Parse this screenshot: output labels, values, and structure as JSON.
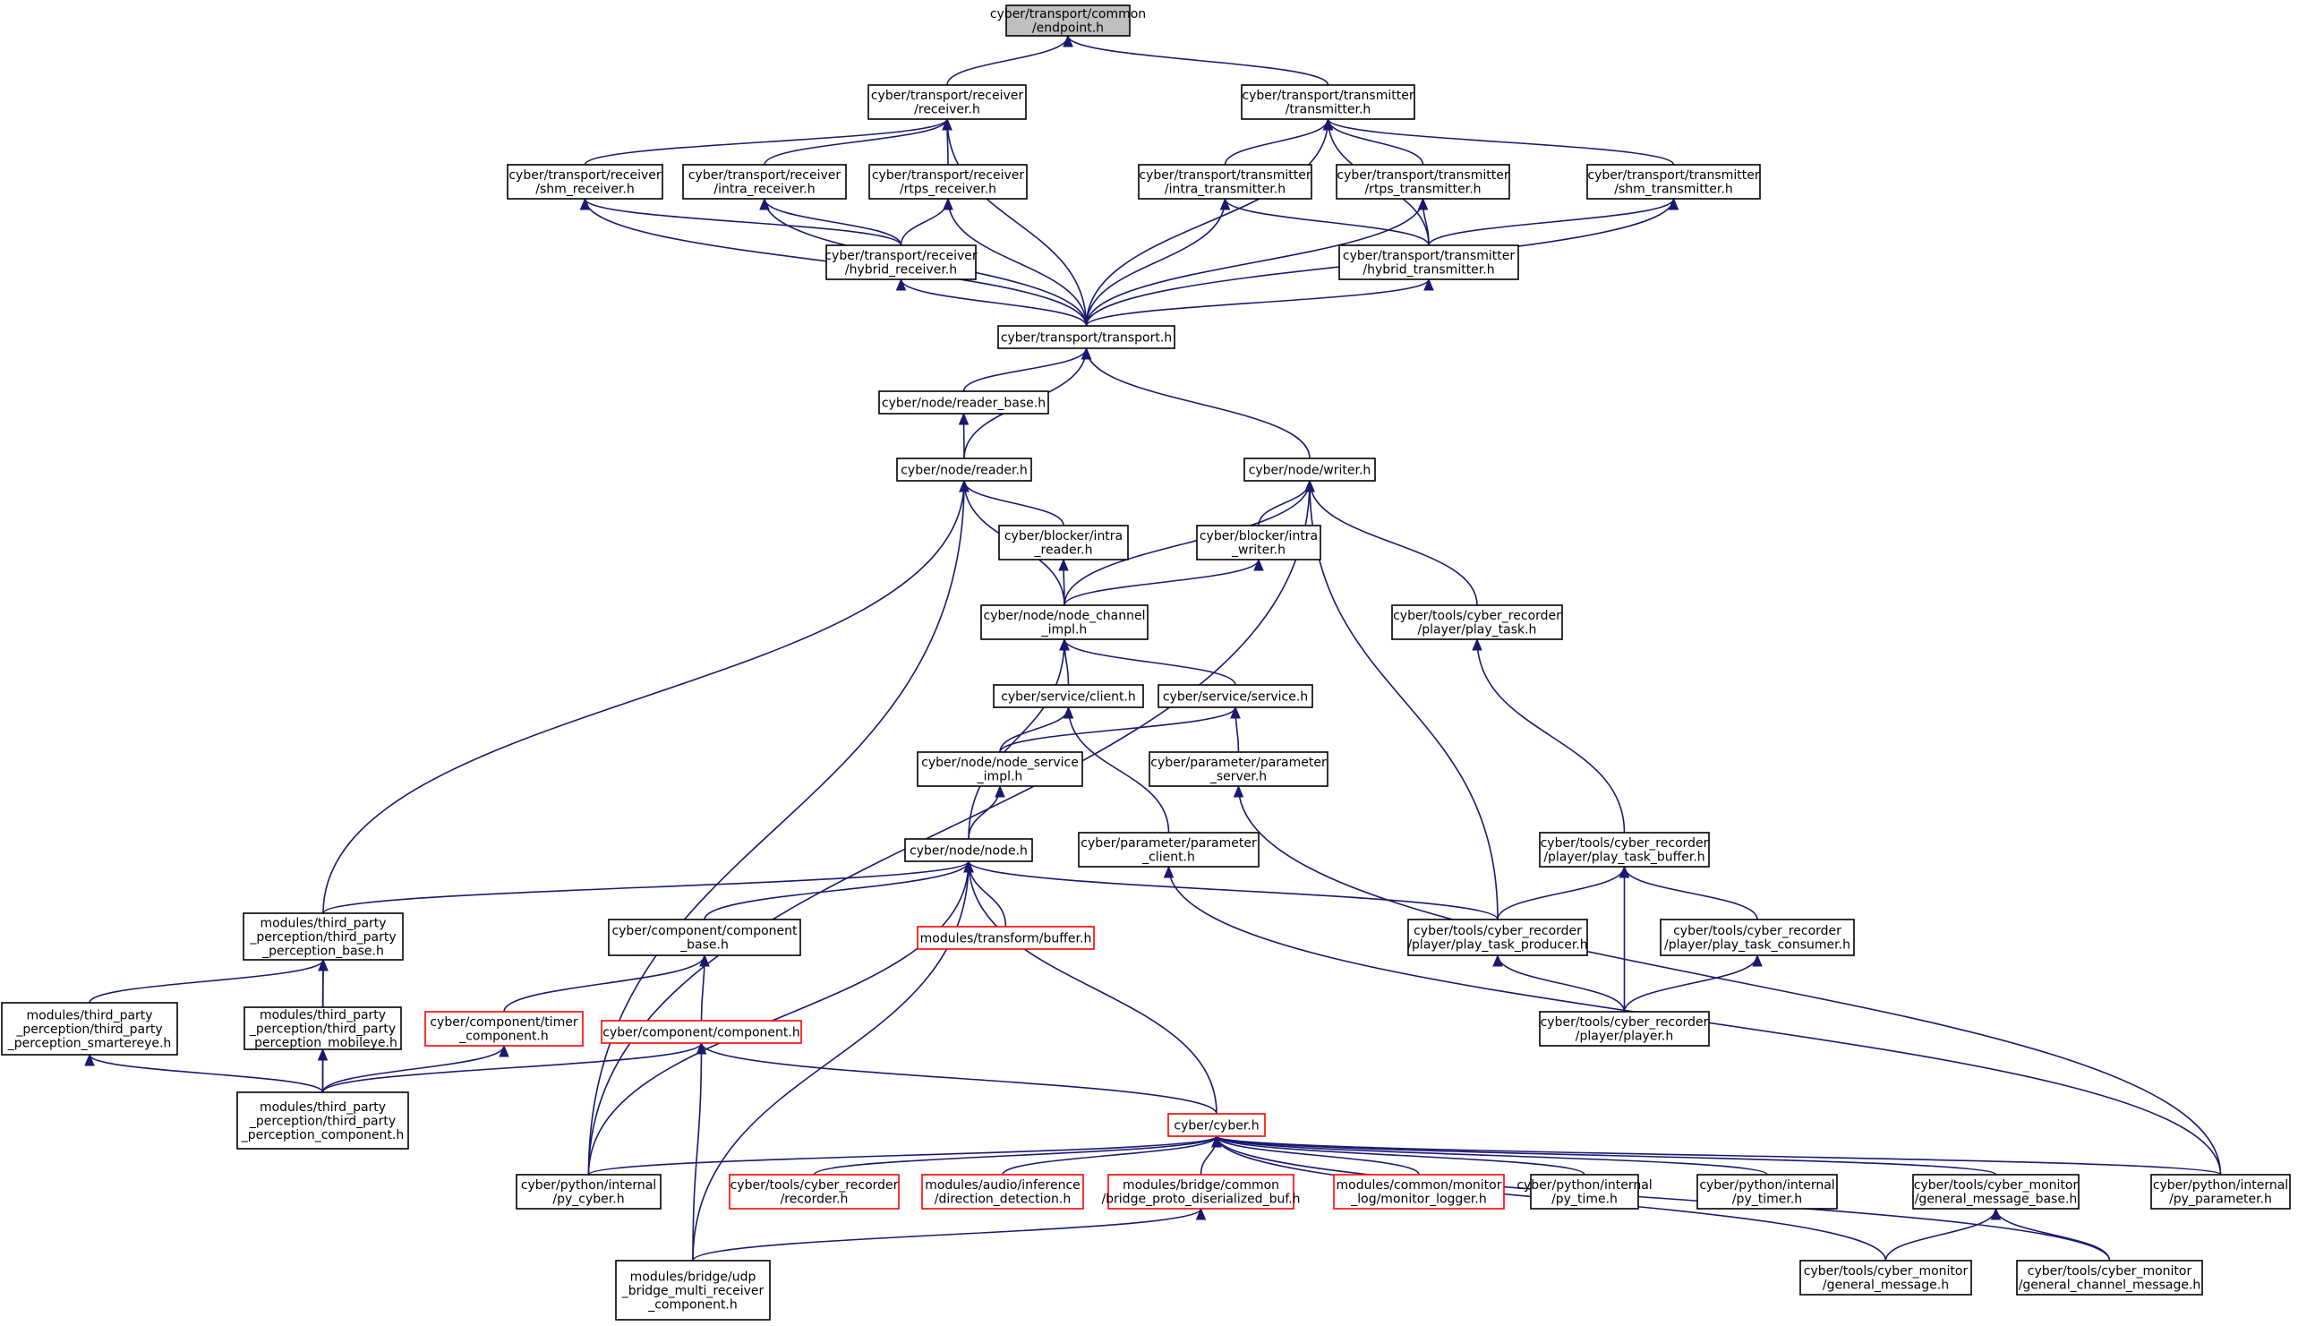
{
  "diagram": {
    "colors": {
      "edge": "#191970",
      "node_border": "#000000",
      "node_truncated_border": "#ff0000",
      "root_fill": "#bfbfbf",
      "node_fill": "#ffffff"
    },
    "nodes": [
      {
        "id": "endpoint",
        "lines": [
          "cyber/transport/common",
          "/endpoint.h"
        ],
        "style": "root"
      },
      {
        "id": "receiver",
        "lines": [
          "cyber/transport/receiver",
          "/receiver.h"
        ]
      },
      {
        "id": "transmitter",
        "lines": [
          "cyber/transport/transmitter",
          "/transmitter.h"
        ]
      },
      {
        "id": "shm_receiver",
        "lines": [
          "cyber/transport/receiver",
          "/shm_receiver.h"
        ]
      },
      {
        "id": "intra_receiver",
        "lines": [
          "cyber/transport/receiver",
          "/intra_receiver.h"
        ]
      },
      {
        "id": "rtps_receiver",
        "lines": [
          "cyber/transport/receiver",
          "/rtps_receiver.h"
        ]
      },
      {
        "id": "hybrid_receiver",
        "lines": [
          "cyber/transport/receiver",
          "/hybrid_receiver.h"
        ]
      },
      {
        "id": "intra_transmitter",
        "lines": [
          "cyber/transport/transmitter",
          "/intra_transmitter.h"
        ]
      },
      {
        "id": "rtps_transmitter",
        "lines": [
          "cyber/transport/transmitter",
          "/rtps_transmitter.h"
        ]
      },
      {
        "id": "shm_transmitter",
        "lines": [
          "cyber/transport/transmitter",
          "/shm_transmitter.h"
        ]
      },
      {
        "id": "hybrid_transmitter",
        "lines": [
          "cyber/transport/transmitter",
          "/hybrid_transmitter.h"
        ]
      },
      {
        "id": "transport",
        "lines": [
          "cyber/transport/transport.h"
        ]
      },
      {
        "id": "reader_base",
        "lines": [
          "cyber/node/reader_base.h"
        ]
      },
      {
        "id": "reader",
        "lines": [
          "cyber/node/reader.h"
        ]
      },
      {
        "id": "writer",
        "lines": [
          "cyber/node/writer.h"
        ]
      },
      {
        "id": "intra_reader",
        "lines": [
          "cyber/blocker/intra",
          "_reader.h"
        ]
      },
      {
        "id": "intra_writer",
        "lines": [
          "cyber/blocker/intra",
          "_writer.h"
        ]
      },
      {
        "id": "node_channel_impl",
        "lines": [
          "cyber/node/node_channel",
          "_impl.h"
        ]
      },
      {
        "id": "play_task",
        "lines": [
          "cyber/tools/cyber_recorder",
          "/player/play_task.h"
        ]
      },
      {
        "id": "client",
        "lines": [
          "cyber/service/client.h"
        ]
      },
      {
        "id": "service",
        "lines": [
          "cyber/service/service.h"
        ]
      },
      {
        "id": "node_service_impl",
        "lines": [
          "cyber/node/node_service",
          "_impl.h"
        ]
      },
      {
        "id": "parameter_server",
        "lines": [
          "cyber/parameter/parameter",
          "_server.h"
        ]
      },
      {
        "id": "node",
        "lines": [
          "cyber/node/node.h"
        ]
      },
      {
        "id": "parameter_client",
        "lines": [
          "cyber/parameter/parameter",
          "_client.h"
        ]
      },
      {
        "id": "play_task_buffer",
        "lines": [
          "cyber/tools/cyber_recorder",
          "/player/play_task_buffer.h"
        ]
      },
      {
        "id": "tp_base",
        "lines": [
          "modules/third_party",
          "_perception/third_party",
          "_perception_base.h"
        ]
      },
      {
        "id": "component_base",
        "lines": [
          "cyber/component/component",
          "_base.h"
        ]
      },
      {
        "id": "transform_buffer",
        "lines": [
          "modules/transform/buffer.h"
        ],
        "style": "red"
      },
      {
        "id": "play_task_producer",
        "lines": [
          "cyber/tools/cyber_recorder",
          "/player/play_task_producer.h"
        ]
      },
      {
        "id": "play_task_consumer",
        "lines": [
          "cyber/tools/cyber_recorder",
          "/player/play_task_consumer.h"
        ]
      },
      {
        "id": "tp_smartereye",
        "lines": [
          "modules/third_party",
          "_perception/third_party",
          "_perception_smartereye.h"
        ]
      },
      {
        "id": "tp_mobileye",
        "lines": [
          "modules/third_party",
          "_perception/third_party",
          "_perception_mobileye.h"
        ]
      },
      {
        "id": "timer_component",
        "lines": [
          "cyber/component/timer",
          "_component.h"
        ],
        "style": "red"
      },
      {
        "id": "component",
        "lines": [
          "cyber/component/component.h"
        ],
        "style": "red"
      },
      {
        "id": "player",
        "lines": [
          "cyber/tools/cyber_recorder",
          "/player/player.h"
        ]
      },
      {
        "id": "tp_component",
        "lines": [
          "modules/third_party",
          "_perception/third_party",
          "_perception_component.h"
        ]
      },
      {
        "id": "cyber",
        "lines": [
          "cyber/cyber.h"
        ],
        "style": "red"
      },
      {
        "id": "py_cyber",
        "lines": [
          "cyber/python/internal",
          "/py_cyber.h"
        ]
      },
      {
        "id": "recorder",
        "lines": [
          "cyber/tools/cyber_recorder",
          "/recorder.h"
        ],
        "style": "red"
      },
      {
        "id": "direction_detection",
        "lines": [
          "modules/audio/inference",
          "/direction_detection.h"
        ],
        "style": "red"
      },
      {
        "id": "bridge_buf",
        "lines": [
          "modules/bridge/common",
          "/bridge_proto_diserialized_buf.h"
        ],
        "style": "red"
      },
      {
        "id": "monitor_logger",
        "lines": [
          "modules/common/monitor",
          "_log/monitor_logger.h"
        ],
        "style": "red"
      },
      {
        "id": "py_time",
        "lines": [
          "cyber/python/internal",
          "/py_time.h"
        ]
      },
      {
        "id": "py_timer",
        "lines": [
          "cyber/python/internal",
          "/py_timer.h"
        ]
      },
      {
        "id": "general_message_base",
        "lines": [
          "cyber/tools/cyber_monitor",
          "/general_message_base.h"
        ]
      },
      {
        "id": "py_parameter",
        "lines": [
          "cyber/python/internal",
          "/py_parameter.h"
        ]
      },
      {
        "id": "udp_bridge",
        "lines": [
          "modules/bridge/udp",
          "_bridge_multi_receiver",
          "_component.h"
        ]
      },
      {
        "id": "general_message",
        "lines": [
          "cyber/tools/cyber_monitor",
          "/general_message.h"
        ]
      },
      {
        "id": "general_channel_message",
        "lines": [
          "cyber/tools/cyber_monitor",
          "/general_channel_message.h"
        ]
      }
    ],
    "edges": [
      [
        "receiver",
        "endpoint"
      ],
      [
        "transmitter",
        "endpoint"
      ],
      [
        "shm_receiver",
        "receiver"
      ],
      [
        "intra_receiver",
        "receiver"
      ],
      [
        "rtps_receiver",
        "receiver"
      ],
      [
        "transport",
        "receiver"
      ],
      [
        "transport",
        "transmitter"
      ],
      [
        "intra_transmitter",
        "transmitter"
      ],
      [
        "rtps_transmitter",
        "transmitter"
      ],
      [
        "shm_transmitter",
        "transmitter"
      ],
      [
        "hybrid_transmitter",
        "transmitter"
      ],
      [
        "hybrid_receiver",
        "shm_receiver"
      ],
      [
        "hybrid_receiver",
        "intra_receiver"
      ],
      [
        "hybrid_receiver",
        "rtps_receiver"
      ],
      [
        "transport",
        "shm_receiver"
      ],
      [
        "transport",
        "intra_receiver"
      ],
      [
        "transport",
        "rtps_receiver"
      ],
      [
        "transport",
        "hybrid_receiver"
      ],
      [
        "hybrid_transmitter",
        "rtps_transmitter"
      ],
      [
        "hybrid_transmitter",
        "intra_transmitter"
      ],
      [
        "hybrid_transmitter",
        "shm_transmitter"
      ],
      [
        "transport",
        "intra_transmitter"
      ],
      [
        "transport",
        "rtps_transmitter"
      ],
      [
        "transport",
        "shm_transmitter"
      ],
      [
        "transport",
        "hybrid_transmitter"
      ],
      [
        "reader_base",
        "transport"
      ],
      [
        "reader",
        "transport"
      ],
      [
        "writer",
        "transport"
      ],
      [
        "reader",
        "reader_base"
      ],
      [
        "intra_reader",
        "reader"
      ],
      [
        "node_channel_impl",
        "reader"
      ],
      [
        "tp_base",
        "reader"
      ],
      [
        "py_cyber",
        "reader"
      ],
      [
        "intra_writer",
        "writer"
      ],
      [
        "node_channel_impl",
        "writer"
      ],
      [
        "play_task",
        "writer"
      ],
      [
        "play_task_producer",
        "writer"
      ],
      [
        "py_cyber",
        "writer"
      ],
      [
        "node_channel_impl",
        "intra_reader"
      ],
      [
        "node_channel_impl",
        "intra_writer"
      ],
      [
        "client",
        "node_channel_impl"
      ],
      [
        "service",
        "node_channel_impl"
      ],
      [
        "node",
        "node_channel_impl"
      ],
      [
        "play_task_buffer",
        "play_task"
      ],
      [
        "node_service_impl",
        "client"
      ],
      [
        "parameter_client",
        "client"
      ],
      [
        "node_service_impl",
        "service"
      ],
      [
        "parameter_server",
        "service"
      ],
      [
        "node",
        "node_service_impl"
      ],
      [
        "py_parameter",
        "parameter_server"
      ],
      [
        "tp_base",
        "node"
      ],
      [
        "component_base",
        "node"
      ],
      [
        "transform_buffer",
        "node"
      ],
      [
        "play_task_producer",
        "node"
      ],
      [
        "cyber",
        "node"
      ],
      [
        "py_cyber",
        "node"
      ],
      [
        "udp_bridge",
        "node"
      ],
      [
        "py_parameter",
        "parameter_client"
      ],
      [
        "play_task_producer",
        "play_task_buffer"
      ],
      [
        "play_task_consumer",
        "play_task_buffer"
      ],
      [
        "player",
        "play_task_buffer"
      ],
      [
        "tp_smartereye",
        "tp_base"
      ],
      [
        "tp_mobileye",
        "tp_base"
      ],
      [
        "tp_component",
        "tp_base"
      ],
      [
        "timer_component",
        "component_base"
      ],
      [
        "component",
        "component_base"
      ],
      [
        "player",
        "play_task_producer"
      ],
      [
        "player",
        "play_task_consumer"
      ],
      [
        "tp_component",
        "tp_smartereye"
      ],
      [
        "tp_component",
        "tp_mobileye"
      ],
      [
        "tp_component",
        "timer_component"
      ],
      [
        "tp_component",
        "component"
      ],
      [
        "cyber",
        "component"
      ],
      [
        "udp_bridge",
        "component"
      ],
      [
        "py_cyber",
        "cyber"
      ],
      [
        "recorder",
        "cyber"
      ],
      [
        "direction_detection",
        "cyber"
      ],
      [
        "bridge_buf",
        "cyber"
      ],
      [
        "monitor_logger",
        "cyber"
      ],
      [
        "py_time",
        "cyber"
      ],
      [
        "py_timer",
        "cyber"
      ],
      [
        "general_message_base",
        "cyber"
      ],
      [
        "py_parameter",
        "cyber"
      ],
      [
        "general_message",
        "cyber"
      ],
      [
        "general_channel_message",
        "cyber"
      ],
      [
        "udp_bridge",
        "bridge_buf"
      ],
      [
        "general_message",
        "general_message_base"
      ],
      [
        "general_channel_message",
        "general_message_base"
      ]
    ]
  }
}
